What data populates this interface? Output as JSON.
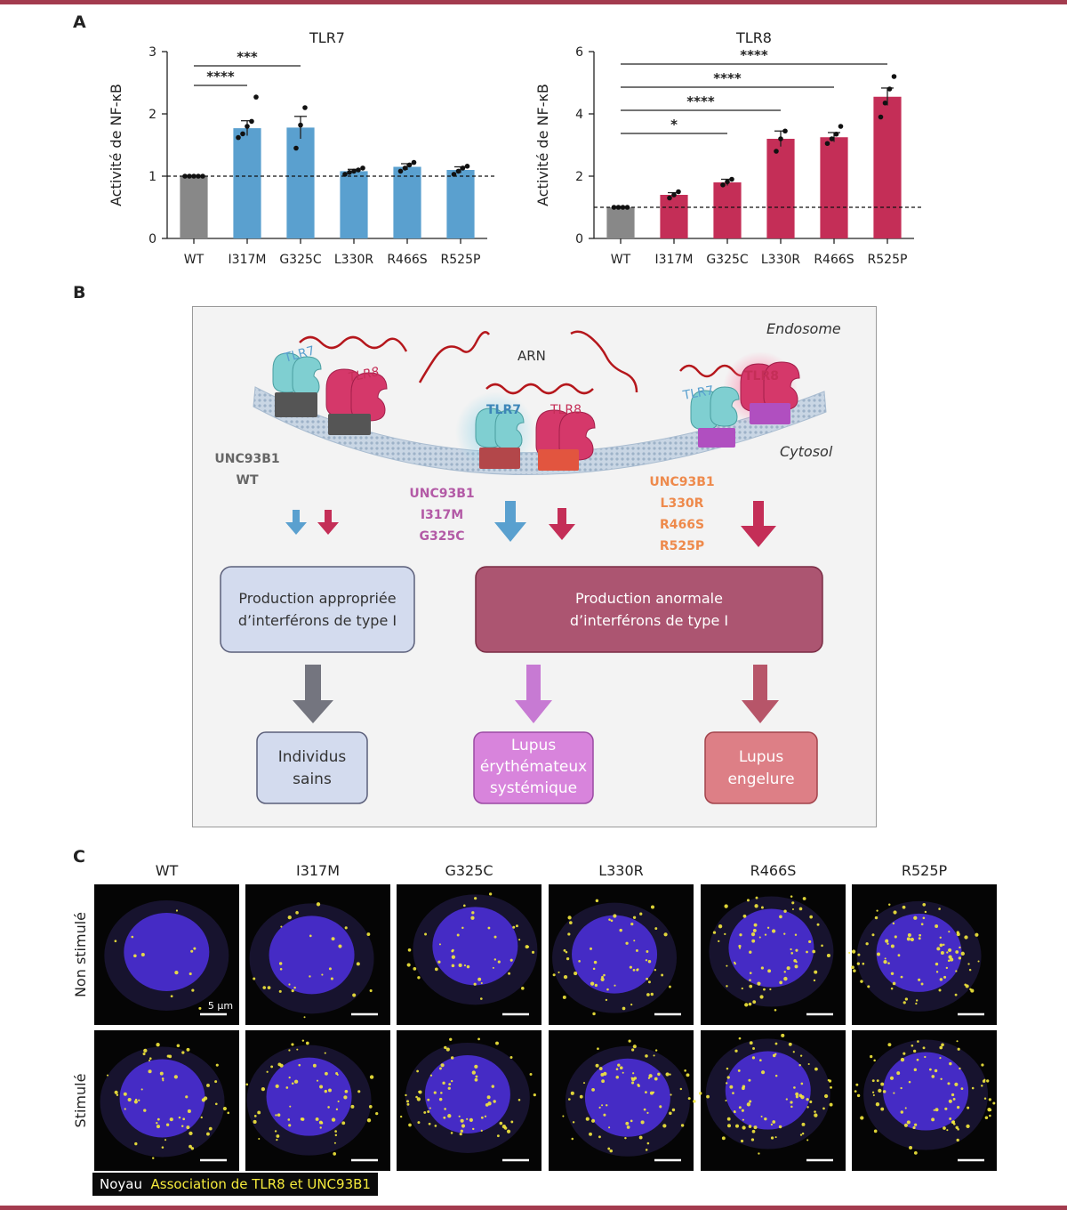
{
  "panels": {
    "a": "A",
    "b": "B",
    "c": "C"
  },
  "chart_data": [
    {
      "type": "bar",
      "title": "TLR7",
      "ylabel": "Activité de NF-κB",
      "categories": [
        "WT",
        "I317M",
        "G325C",
        "L330R",
        "R466S",
        "R525P"
      ],
      "values": [
        1.0,
        1.77,
        1.78,
        1.08,
        1.15,
        1.1
      ],
      "errors": [
        0.01,
        0.12,
        0.18,
        0.03,
        0.05,
        0.05
      ],
      "points": [
        [
          1.0,
          1.0,
          1.0,
          1.0,
          1.0
        ],
        [
          1.62,
          1.68,
          1.8,
          1.88,
          2.27
        ],
        [
          1.45,
          1.82,
          2.1
        ],
        [
          1.03,
          1.06,
          1.08,
          1.1,
          1.13
        ],
        [
          1.08,
          1.13,
          1.18,
          1.22
        ],
        [
          1.03,
          1.08,
          1.13,
          1.16
        ]
      ],
      "ylim": [
        0,
        3
      ],
      "yticks": [
        0,
        1,
        2,
        3
      ],
      "reference_line": 1,
      "significance": [
        {
          "from": 0,
          "to": 1,
          "label": "****"
        },
        {
          "from": 0,
          "to": 2,
          "label": "***"
        }
      ],
      "colors": {
        "WT": "#888888",
        "mutant": "#5aa0cf"
      }
    },
    {
      "type": "bar",
      "title": "TLR8",
      "ylabel": "Activité de NF-κB",
      "categories": [
        "WT",
        "I317M",
        "G325C",
        "L330R",
        "R466S",
        "R525P"
      ],
      "values": [
        1.0,
        1.4,
        1.8,
        3.2,
        3.25,
        4.55
      ],
      "errors": [
        0.01,
        0.07,
        0.1,
        0.25,
        0.15,
        0.28
      ],
      "points": [
        [
          1.0,
          1.0,
          1.0,
          1.0
        ],
        [
          1.3,
          1.4,
          1.5
        ],
        [
          1.72,
          1.82,
          1.9
        ],
        [
          2.8,
          3.2,
          3.45
        ],
        [
          3.05,
          3.2,
          3.35,
          3.6
        ],
        [
          3.9,
          4.35,
          4.8,
          5.2
        ]
      ],
      "ylim": [
        0,
        6
      ],
      "yticks": [
        0,
        2,
        4,
        6
      ],
      "reference_line": 1,
      "significance": [
        {
          "from": 0,
          "to": 2,
          "label": "*"
        },
        {
          "from": 0,
          "to": 3,
          "label": "****"
        },
        {
          "from": 0,
          "to": 4,
          "label": "****"
        },
        {
          "from": 0,
          "to": 5,
          "label": "****"
        }
      ],
      "colors": {
        "WT": "#888888",
        "mutant": "#c42e57"
      }
    }
  ],
  "diagram": {
    "endosome": "Endosome",
    "cytosol": "Cytosol",
    "arn": "ARN",
    "tlr7": "TLR7",
    "tlr8": "TLR8",
    "group_wt": [
      "UNC93B1",
      "WT"
    ],
    "group_sle": [
      "UNC93B1",
      "I317M",
      "G325C"
    ],
    "group_chilblain": [
      "UNC93B1",
      "L330R",
      "R466S",
      "R525P"
    ],
    "box_normal": [
      "Production appropriée",
      "d’interférons de type I"
    ],
    "box_abnormal": [
      "Production anormale",
      "d’interférons de type I"
    ],
    "outcome_healthy": [
      "Individus",
      "sains"
    ],
    "outcome_sle": [
      "Lupus",
      "érythémateux",
      "systémique"
    ],
    "outcome_chilblain": [
      "Lupus",
      "engelure"
    ],
    "colors": {
      "tlr7": "#5aa0cf",
      "tlr8": "#c42e57",
      "wt_text": "#666666",
      "sle_text": "#b35aa6",
      "chilblain_text": "#ee8a4c",
      "rna": "#b5171c"
    }
  },
  "microscopy": {
    "columns": [
      "WT",
      "I317M",
      "G325C",
      "L330R",
      "R466S",
      "R525P"
    ],
    "rows": [
      "Non stimulé",
      "Stimulé"
    ],
    "scale_label": "5 µm",
    "legend_nucleus": "Noyau",
    "legend_association": "Association de TLR8 et UNC93B1",
    "colors": {
      "nucleus": "#4a2fd6",
      "association": "#f5ea3c"
    }
  }
}
